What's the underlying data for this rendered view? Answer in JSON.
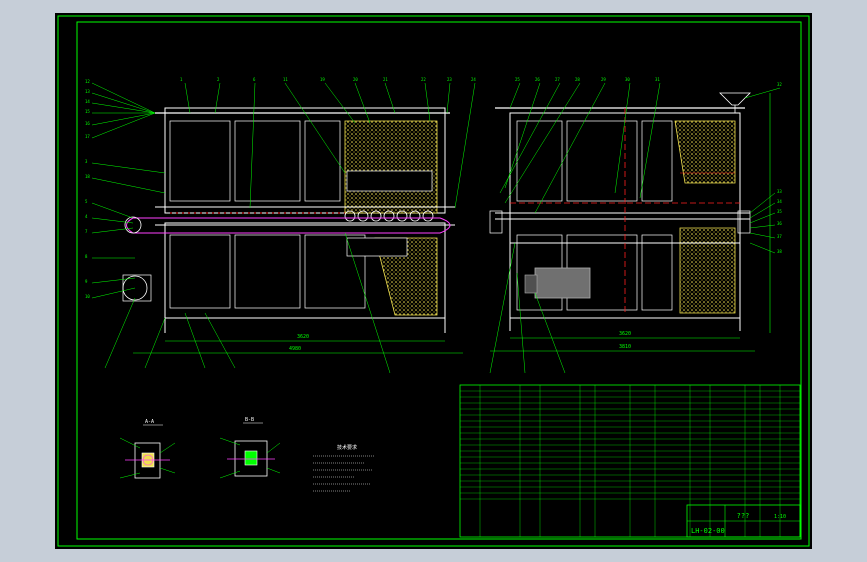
{
  "drawing": {
    "drawing_number": "LH-02-00",
    "title_mark": "???",
    "sheet_note": "1:10"
  },
  "dimensions": {
    "bottom_left": "3620",
    "bottom_right": "3620",
    "overall_left": "4980",
    "overall_right": "3810"
  },
  "section_labels": {
    "view_a": "A-A",
    "view_b": "B-B"
  },
  "notes": {
    "heading": "技术要求"
  },
  "colors": {
    "frame": "#00ff00",
    "outline": "#ffffff",
    "hatch": "#f0e050",
    "centerline": "#ff2020",
    "motor": "#b0b0b0",
    "drive_belt": "#ff40ff"
  }
}
